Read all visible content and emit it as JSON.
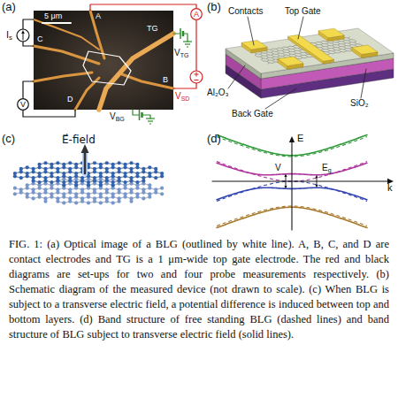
{
  "diagram": {
    "caption": "FIG. 1: (a) Optical image of a BLG (outlined by white line). A, B, C, and D are contact electrodes and TG is a 1 μm-wide top gate electrode. The red and black diagrams are set-ups for two and four probe measurements respectively. (b) Schematic diagram of the measured device (not drawn to scale). (c) When BLG is subject to a transverse electric field, a potential difference is induced between top and bottom layers. (d) Band structure of free standing BLG (dashed lines) and band structure of BLG subject to transverse electric field (solid lines).",
    "nodes": [
      {
        "text": [
          "A"
        ]
      },
      {
        "text": [
          "V"
        ]
      }
    ],
    "labels": [
      "(a)",
      "5 μm",
      "A",
      "TG",
      "Is",
      "C",
      "B",
      "VTG",
      "VSD",
      "D",
      "VBG",
      "(b)",
      "Contacts",
      "Top Gate",
      "Al₂O₃",
      "Back Gate",
      "SiO₂",
      "(c)",
      "E⃗-field",
      "(d)",
      "E",
      "k",
      "V",
      "Eg"
    ]
  }
}
